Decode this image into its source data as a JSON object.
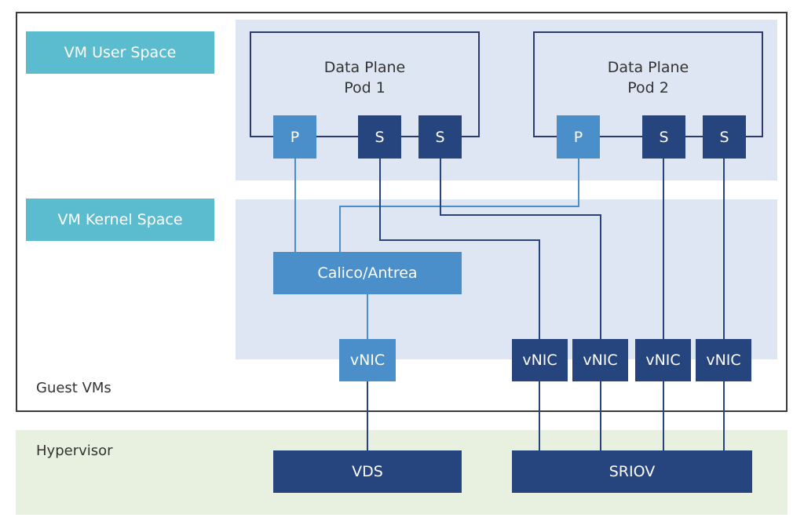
{
  "diagram": {
    "regions": {
      "guest_vms": "Guest VMs",
      "hypervisor": "Hypervisor",
      "vm_user_space": "VM User Space",
      "vm_kernel_space": "VM Kernel Space"
    },
    "pods": [
      {
        "title_line1": "Data Plane",
        "title_line2": "Pod 1",
        "ports": [
          "P",
          "S",
          "S"
        ]
      },
      {
        "title_line1": "Data Plane",
        "title_line2": "Pod 2",
        "ports": [
          "P",
          "S",
          "S"
        ]
      }
    ],
    "cni": "Calico/Antrea",
    "vnics": [
      "vNIC",
      "vNIC",
      "vNIC",
      "vNIC",
      "vNIC"
    ],
    "switches": {
      "vds": "VDS",
      "sriov": "SRIOV"
    },
    "colors": {
      "primary_port": "#4a8fc9",
      "secondary_port": "#26457f",
      "label_teal": "#5bbccf",
      "space_band": "#dfe6f3",
      "hypervisor_band": "#e8f0df"
    },
    "connections": [
      {
        "from": "Pod 1 P",
        "to": "Calico/Antrea"
      },
      {
        "from": "Pod 2 P",
        "to": "Calico/Antrea"
      },
      {
        "from": "Calico/Antrea",
        "to": "vNIC 1"
      },
      {
        "from": "vNIC 1",
        "to": "VDS"
      },
      {
        "from": "Pod 1 S (1)",
        "to": "vNIC 2"
      },
      {
        "from": "Pod 1 S (2)",
        "to": "vNIC 3"
      },
      {
        "from": "Pod 2 S (1)",
        "to": "vNIC 4"
      },
      {
        "from": "Pod 2 S (2)",
        "to": "vNIC 5"
      },
      {
        "from": "vNIC 2",
        "to": "SRIOV"
      },
      {
        "from": "vNIC 3",
        "to": "SRIOV"
      },
      {
        "from": "vNIC 4",
        "to": "SRIOV"
      },
      {
        "from": "vNIC 5",
        "to": "SRIOV"
      }
    ]
  }
}
